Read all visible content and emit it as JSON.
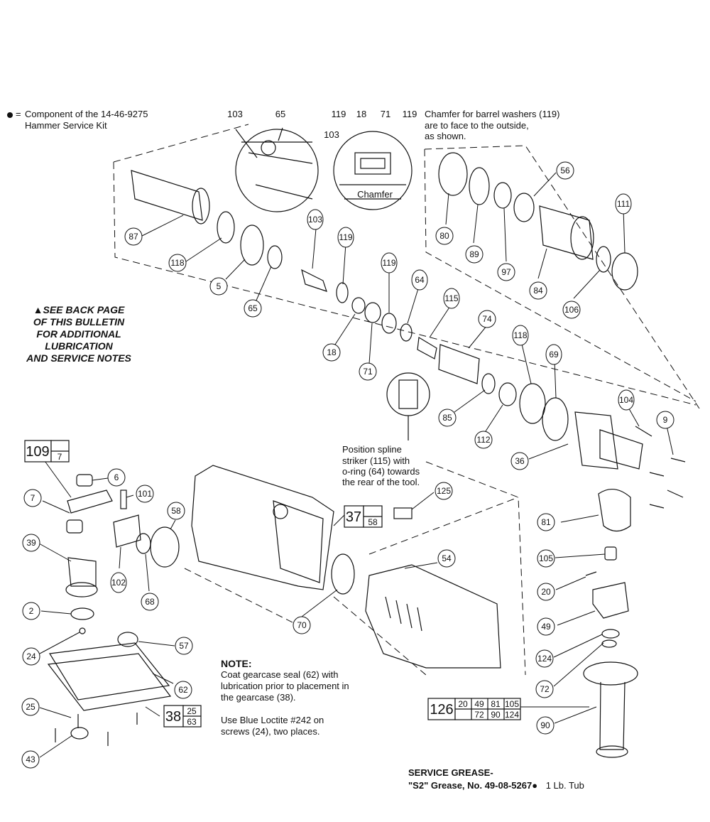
{
  "legend": {
    "symbol": "●=",
    "line1": "Component of the 14-46-9275",
    "line2": "Hammer Service Kit"
  },
  "chamfer_note": {
    "line1": "Chamfer for barrel washers (119)",
    "line2": "are to face to the outside,",
    "line3": "as shown."
  },
  "see_back": {
    "line1": "▲SEE BACK PAGE",
    "line2": "OF THIS BULLETIN",
    "line3": "FOR ADDITIONAL",
    "line4": "LUBRICATION",
    "line5": "AND SERVICE NOTES"
  },
  "spline_note": {
    "line1": "Position spline",
    "line2": "striker (115) with",
    "line3": "o-ring (64) towards",
    "line4": "the rear of the tool."
  },
  "note": {
    "title": "NOTE:",
    "p1l1": "Coat gearcase seal (62) with",
    "p1l2": "lubrication prior to placement in",
    "p1l3": "the gearcase (38).",
    "p2l1": "Use Blue Loctite #242 on",
    "p2l2": "screws (24), two places."
  },
  "grease": {
    "title": "SERVICE GREASE-",
    "line": "\"S2\" Grease, No. 49-08-5267●",
    "qty": "1 Lb. Tub"
  },
  "detail_labels": {
    "d1_left": "103",
    "d1_right": "65",
    "d2_a": "119",
    "d2_b": "18",
    "d2_c": "71",
    "d2_d": "119",
    "d2_e": "103",
    "d2_chamfer": "Chamfer"
  },
  "kits": {
    "k109": {
      "main": "109",
      "sub": "7"
    },
    "k37": {
      "main": "37",
      "sub": "58"
    },
    "k38": {
      "main": "38",
      "top": "25",
      "bottom": "63"
    },
    "k126": {
      "main": "126",
      "row1": [
        "20",
        "49",
        "81",
        "105"
      ],
      "row2": [
        "72",
        "90",
        "124"
      ]
    }
  },
  "callouts": [
    {
      "id": "87",
      "shape": "circle"
    },
    {
      "id": "118",
      "shape": "circle"
    },
    {
      "id": "5",
      "shape": "circle"
    },
    {
      "id": "65",
      "shape": "circle"
    },
    {
      "id": "103",
      "shape": "oval"
    },
    {
      "id": "119",
      "shape": "oval"
    },
    {
      "id": "18",
      "shape": "circle"
    },
    {
      "id": "71",
      "shape": "circle"
    },
    {
      "id": "119",
      "shape": "oval"
    },
    {
      "id": "64",
      "shape": "oval"
    },
    {
      "id": "115",
      "shape": "oval"
    },
    {
      "id": "74",
      "shape": "circle"
    },
    {
      "id": "85",
      "shape": "circle"
    },
    {
      "id": "112",
      "shape": "circle"
    },
    {
      "id": "118",
      "shape": "oval"
    },
    {
      "id": "69",
      "shape": "oval"
    },
    {
      "id": "104",
      "shape": "oval"
    },
    {
      "id": "9",
      "shape": "circle"
    },
    {
      "id": "36",
      "shape": "circle"
    },
    {
      "id": "80",
      "shape": "circle"
    },
    {
      "id": "89",
      "shape": "circle"
    },
    {
      "id": "97",
      "shape": "circle"
    },
    {
      "id": "56",
      "shape": "circle"
    },
    {
      "id": "84",
      "shape": "circle"
    },
    {
      "id": "111",
      "shape": "oval"
    },
    {
      "id": "106",
      "shape": "circle"
    },
    {
      "id": "6",
      "shape": "circle"
    },
    {
      "id": "7",
      "shape": "circle"
    },
    {
      "id": "101",
      "shape": "circle"
    },
    {
      "id": "58",
      "shape": "circle"
    },
    {
      "id": "39",
      "shape": "circle"
    },
    {
      "id": "102",
      "shape": "oval"
    },
    {
      "id": "68",
      "shape": "circle"
    },
    {
      "id": "2",
      "shape": "circle"
    },
    {
      "id": "24",
      "shape": "circle"
    },
    {
      "id": "57",
      "shape": "circle"
    },
    {
      "id": "62",
      "shape": "circle"
    },
    {
      "id": "25",
      "shape": "circle"
    },
    {
      "id": "43",
      "shape": "circle"
    },
    {
      "id": "70",
      "shape": "circle"
    },
    {
      "id": "125",
      "shape": "circle"
    },
    {
      "id": "54",
      "shape": "circle"
    },
    {
      "id": "81",
      "shape": "circle"
    },
    {
      "id": "105",
      "shape": "circle"
    },
    {
      "id": "20",
      "shape": "circle"
    },
    {
      "id": "49",
      "shape": "circle"
    },
    {
      "id": "124",
      "shape": "circle"
    },
    {
      "id": "72",
      "shape": "circle"
    },
    {
      "id": "90",
      "shape": "circle"
    }
  ]
}
